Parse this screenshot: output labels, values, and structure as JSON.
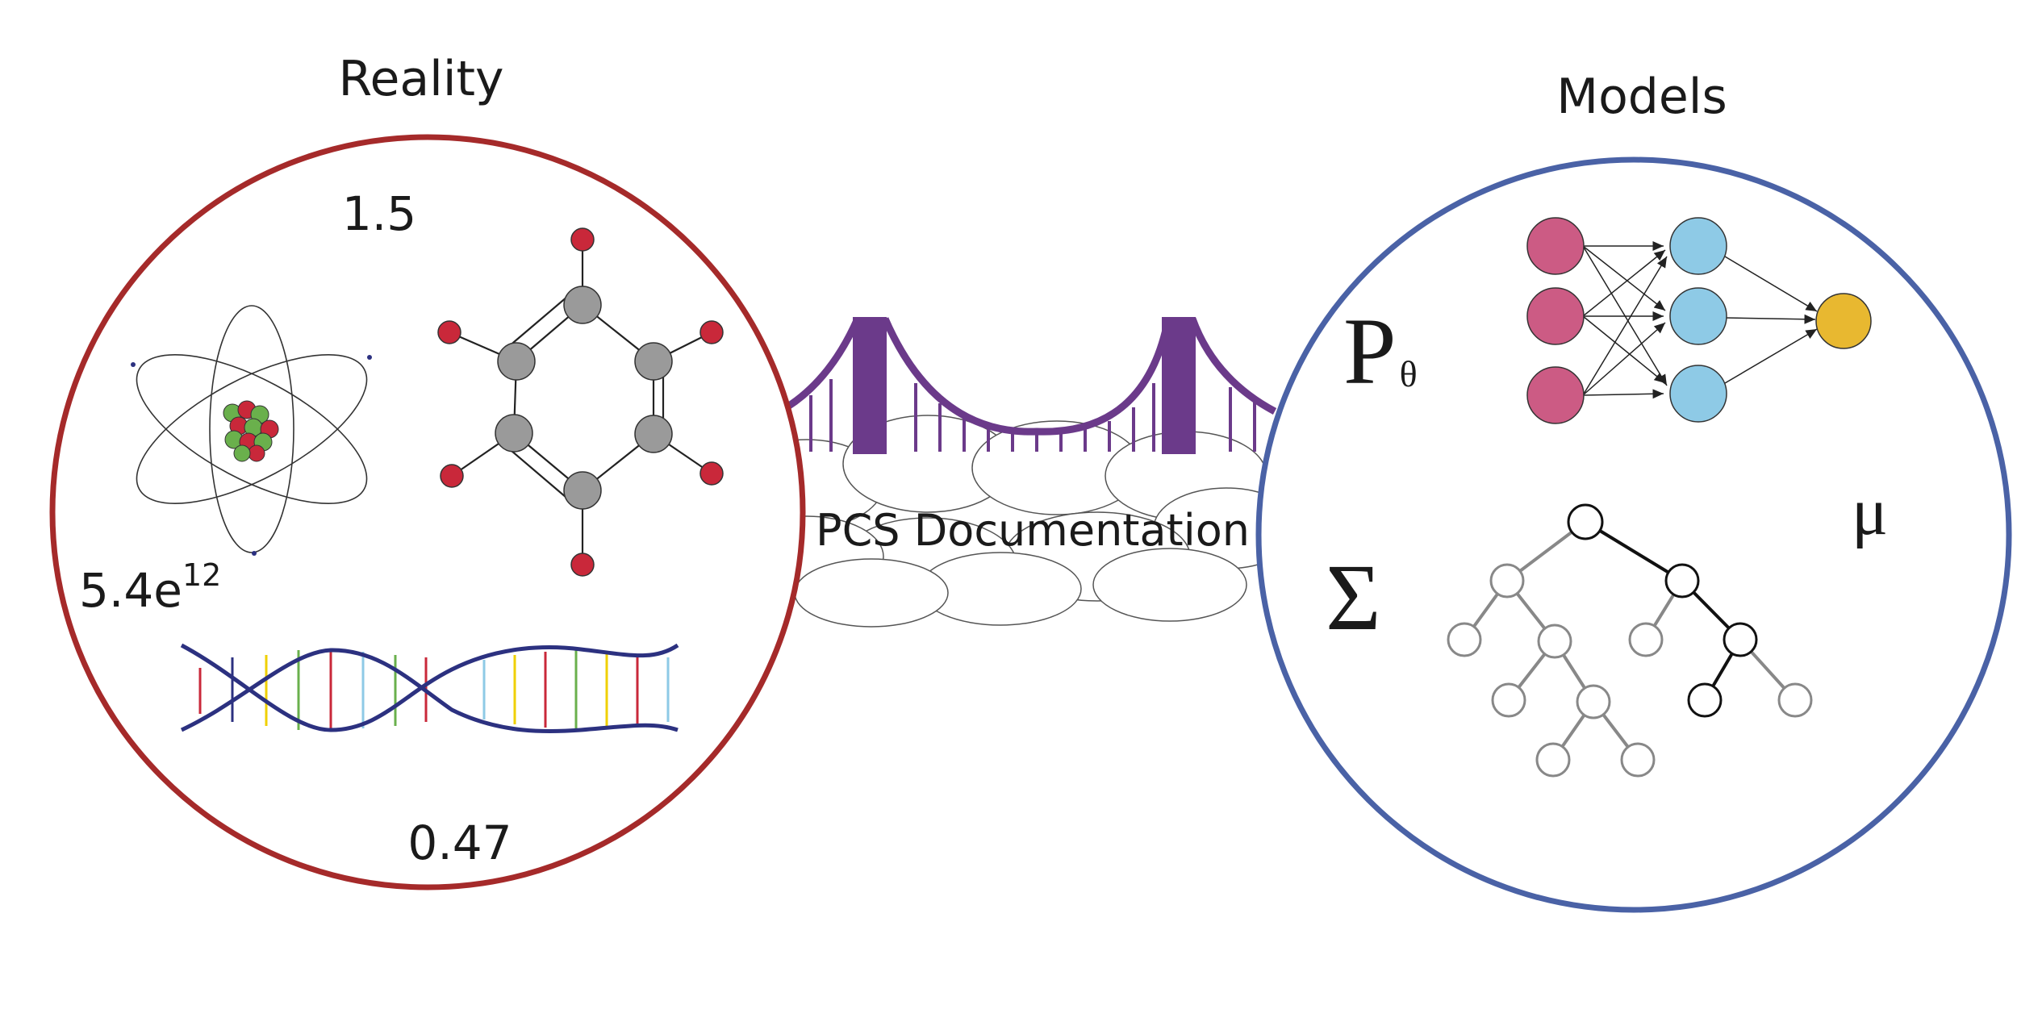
{
  "left_panel": {
    "title": "Reality",
    "value_top": "1.5",
    "value_sci_base": "5.4e",
    "value_sci_exp": "12",
    "value_bottom": "0.47",
    "border_color": "#a52a2a"
  },
  "bridge": {
    "label": "PCS Documentation",
    "color": "#6b3a8a"
  },
  "right_panel": {
    "title": "Models",
    "symbol_p": "P",
    "symbol_p_sub": "θ",
    "symbol_sigma": "Σ",
    "symbol_mu": "μ",
    "border_color": "#4a62a6"
  },
  "colors": {
    "atom_red": "#c9283a",
    "atom_green": "#6ab04c",
    "molecule_gray": "#9a9a9a",
    "nn_input": "#cc5b84",
    "nn_hidden": "#8ecae6",
    "nn_output": "#e8b830",
    "dna_strand": "#2c3180"
  }
}
